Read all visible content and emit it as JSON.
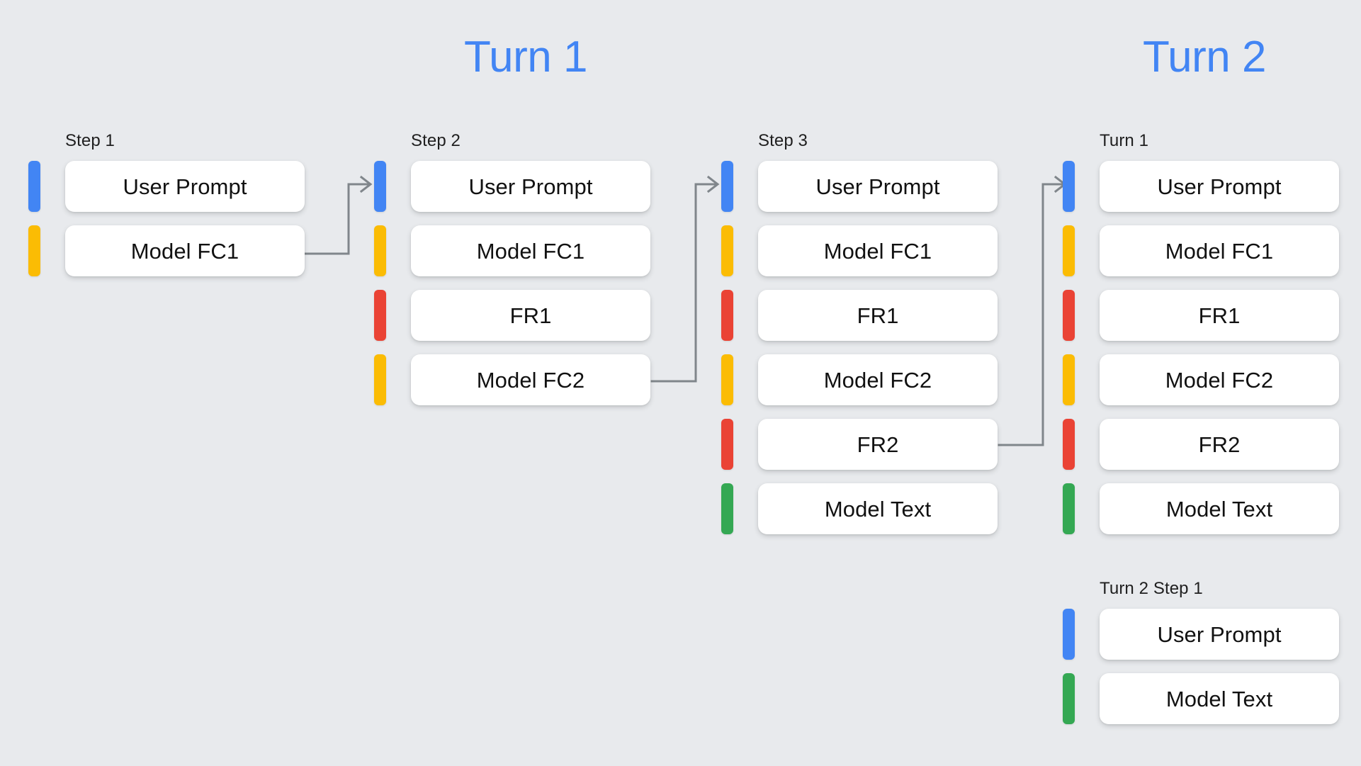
{
  "background_color": "#E8EAED",
  "colors": {
    "blue": "#4285F4",
    "yellow": "#FBBC04",
    "red": "#EA4335",
    "green": "#34A853",
    "card": "#FFFFFF",
    "connector": "#80868B",
    "title": "#4285F4"
  },
  "titles": {
    "turn1": "Turn 1",
    "turn2": "Turn 2"
  },
  "groups": {
    "step1": {
      "label": "Step 1",
      "rows": [
        {
          "color": "blue",
          "label": "User Prompt"
        },
        {
          "color": "yellow",
          "label": "Model FC1"
        }
      ]
    },
    "step2": {
      "label": "Step 2",
      "rows": [
        {
          "color": "blue",
          "label": "User Prompt"
        },
        {
          "color": "yellow",
          "label": "Model FC1"
        },
        {
          "color": "red",
          "label": "FR1"
        },
        {
          "color": "yellow",
          "label": "Model FC2"
        }
      ]
    },
    "step3": {
      "label": "Step 3",
      "rows": [
        {
          "color": "blue",
          "label": "User Prompt"
        },
        {
          "color": "yellow",
          "label": "Model FC1"
        },
        {
          "color": "red",
          "label": "FR1"
        },
        {
          "color": "yellow",
          "label": "Model FC2"
        },
        {
          "color": "red",
          "label": "FR2"
        },
        {
          "color": "green",
          "label": "Model Text"
        }
      ]
    },
    "turn1_history": {
      "label": "Turn 1",
      "rows": [
        {
          "color": "blue",
          "label": "User Prompt"
        },
        {
          "color": "yellow",
          "label": "Model FC1"
        },
        {
          "color": "red",
          "label": "FR1"
        },
        {
          "color": "yellow",
          "label": "Model FC2"
        },
        {
          "color": "red",
          "label": "FR2"
        },
        {
          "color": "green",
          "label": "Model Text"
        }
      ]
    },
    "turn2_step1": {
      "label": "Turn 2 Step 1",
      "rows": [
        {
          "color": "blue",
          "label": "User Prompt"
        },
        {
          "color": "green",
          "label": "Model Text"
        }
      ]
    }
  },
  "connectors": [
    {
      "name": "step1-to-step2",
      "from": "Model FC1",
      "to": "User Prompt"
    },
    {
      "name": "step2-to-step3",
      "from": "Model FC2",
      "to": "User Prompt"
    },
    {
      "name": "step3-to-turn1-history",
      "from": "FR2",
      "to": "User Prompt"
    }
  ]
}
